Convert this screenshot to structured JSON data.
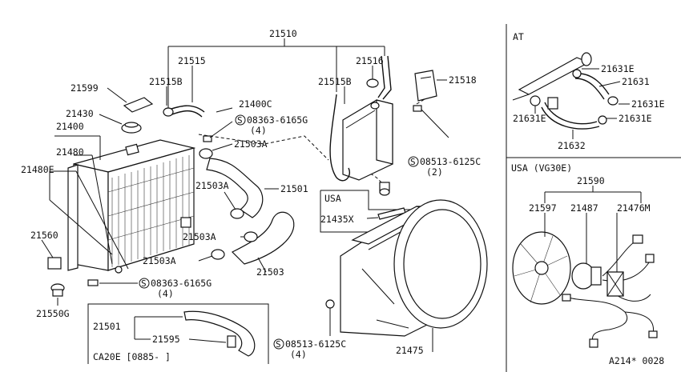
{
  "panels": {
    "at": {
      "title": "AT"
    },
    "usa_vg30e": {
      "title": "USA (VG30E)"
    },
    "usa_box": {
      "title": "USA"
    },
    "ca20e": {
      "title": "CA20E [0885-      ]"
    }
  },
  "labels": {
    "p21510": "21510",
    "p21515": "21515",
    "p21515b_l": "21515B",
    "p21516": "21516",
    "p21515b_r": "21515B",
    "p21518": "21518",
    "p21599": "21599",
    "p21430": "21430",
    "p21400c": "21400C",
    "p21400": "21400",
    "p21480": "21480",
    "p21480e": "21480E",
    "p21503a_1": "21503A",
    "p21503a_2": "21503A",
    "p21503a_3": "21503A",
    "p21503a_4": "21503A",
    "p21501": "21501",
    "p21503": "21503",
    "p21435x": "21435X",
    "p21560": "21560",
    "p21550g": "21550G",
    "p21475": "21475",
    "p21501_b": "21501",
    "p21595": "21595",
    "s08363_top": "08363-6165G",
    "s08363_top_q": "(4)",
    "s08513_r": "08513-6125C",
    "s08513_r_q": "(2)",
    "s08363_bot": "08363-6165G",
    "s08363_bot_q": "(4)",
    "s08513_bot": "08513-6125C",
    "s08513_bot_q": "(4)",
    "s_mark": "S",
    "p21631e_1": "21631E",
    "p21631": "21631",
    "p21631e_2": "21631E",
    "p21631e_3": "21631E",
    "p21631e_4": "21631E",
    "p21632": "21632",
    "p21590": "21590",
    "p21597": "21597",
    "p21487": "21487",
    "p21476m": "21476M",
    "ref": "A214* 0028"
  }
}
